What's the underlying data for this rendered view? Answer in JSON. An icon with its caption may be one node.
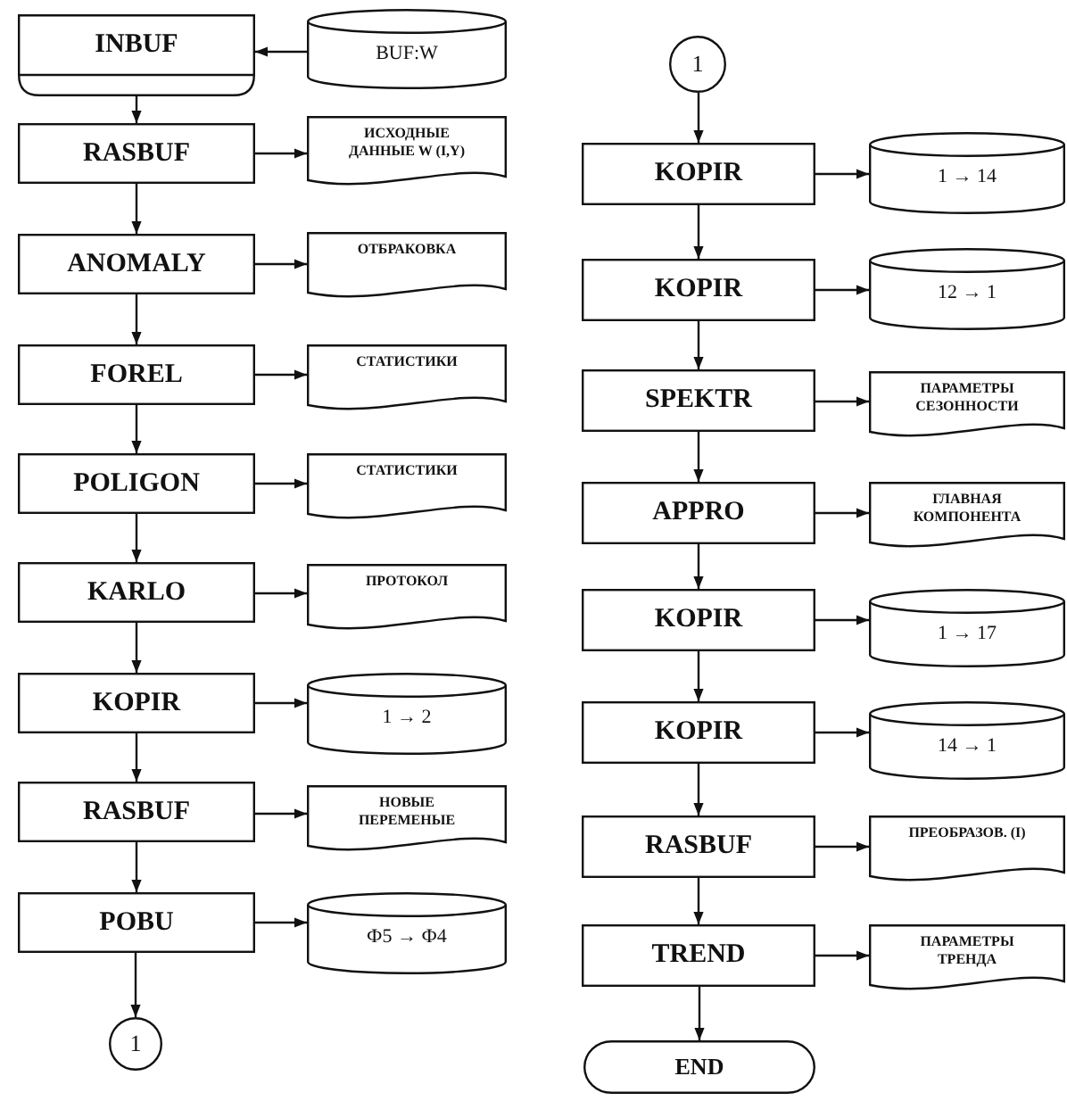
{
  "diagram": {
    "nodes": [
      {
        "text": [
          "INBUF"
        ]
      },
      {
        "text": [
          "BUF:W"
        ]
      },
      {
        "text": [
          "RASBUF"
        ]
      },
      {
        "text": [
          "ИСХОДНЫЕ ДАННЫЕ W (I,Y)"
        ]
      },
      {
        "text": [
          "ANOMALY"
        ]
      },
      {
        "text": [
          "ОТБРАКОВКА"
        ]
      },
      {
        "text": [
          "FOREL"
        ]
      },
      {
        "text": [
          "СТАТИСТИКИ"
        ]
      },
      {
        "text": [
          "POLIGON"
        ]
      },
      {
        "text": [
          "СТАТИСТИКИ"
        ]
      },
      {
        "text": [
          "KARLO"
        ]
      },
      {
        "text": [
          "ПРОТОКОЛ"
        ]
      },
      {
        "text": [
          "KOPIR"
        ]
      },
      {
        "text": [
          "1 → 2"
        ]
      },
      {
        "text": [
          "RASBUF"
        ]
      },
      {
        "text": [
          "НОВЫЕ ПЕРЕМЕНЫЕ"
        ]
      },
      {
        "text": [
          "POBU"
        ]
      },
      {
        "text": [
          "Ф5 → Ф4"
        ]
      },
      {
        "text": [
          "1"
        ]
      },
      {
        "text": [
          "1"
        ]
      },
      {
        "text": [
          "KOPIR"
        ]
      },
      {
        "text": [
          "1 → 14"
        ]
      },
      {
        "text": [
          "KOPIR"
        ]
      },
      {
        "text": [
          "12 → 1"
        ]
      },
      {
        "text": [
          "SPEKTR"
        ]
      },
      {
        "text": [
          "ПАРАМЕТРЫ СЕЗОННОСТИ"
        ]
      },
      {
        "text": [
          "APPRO"
        ]
      },
      {
        "text": [
          "ГЛАВНАЯ КОМПОНЕНТА"
        ]
      },
      {
        "text": [
          "KOPIR"
        ]
      },
      {
        "text": [
          "1 → 17"
        ]
      },
      {
        "text": [
          "KOPIR"
        ]
      },
      {
        "text": [
          "14 → 1"
        ]
      },
      {
        "text": [
          "RASBUF"
        ]
      },
      {
        "text": [
          "ПРЕОБРАЗОВ. (I)"
        ]
      },
      {
        "text": [
          "TREND"
        ]
      },
      {
        "text": [
          "ПАРАМЕТРЫ ТРЕНДА"
        ]
      },
      {
        "text": [
          "END"
        ]
      }
    ],
    "edges": [
      {
        "from": 1,
        "to": 0,
        "arrow": "to"
      },
      {
        "from": 0,
        "to": 2,
        "arrow": "to"
      },
      {
        "from": 2,
        "to": 3,
        "arrow": "to"
      },
      {
        "from": 2,
        "to": 4,
        "arrow": "to"
      },
      {
        "from": 4,
        "to": 5,
        "arrow": "to"
      },
      {
        "from": 4,
        "to": 6,
        "arrow": "to"
      },
      {
        "from": 6,
        "to": 7,
        "arrow": "to"
      },
      {
        "from": 6,
        "to": 8,
        "arrow": "to"
      },
      {
        "from": 8,
        "to": 9,
        "arrow": "to"
      },
      {
        "from": 8,
        "to": 10,
        "arrow": "to"
      },
      {
        "from": 10,
        "to": 11,
        "arrow": "to"
      },
      {
        "from": 10,
        "to": 12,
        "arrow": "to"
      },
      {
        "from": 12,
        "to": 13,
        "arrow": "to"
      },
      {
        "from": 12,
        "to": 14,
        "arrow": "to"
      },
      {
        "from": 14,
        "to": 15,
        "arrow": "to"
      },
      {
        "from": 14,
        "to": 16,
        "arrow": "to"
      },
      {
        "from": 16,
        "to": 17,
        "arrow": "to"
      },
      {
        "from": 16,
        "to": 18,
        "arrow": "to"
      },
      {
        "from": 19,
        "to": 20,
        "arrow": "to"
      },
      {
        "from": 20,
        "to": 21,
        "arrow": "to"
      },
      {
        "from": 20,
        "to": 22,
        "arrow": "to"
      },
      {
        "from": 22,
        "to": 23,
        "arrow": "to"
      },
      {
        "from": 22,
        "to": 24,
        "arrow": "to"
      },
      {
        "from": 24,
        "to": 25,
        "arrow": "to"
      },
      {
        "from": 24,
        "to": 26,
        "arrow": "to"
      },
      {
        "from": 26,
        "to": 27,
        "arrow": "to"
      },
      {
        "from": 26,
        "to": 28,
        "arrow": "to"
      },
      {
        "from": 28,
        "to": 29,
        "arrow": "to"
      },
      {
        "from": 28,
        "to": 30,
        "arrow": "to"
      },
      {
        "from": 30,
        "to": 31,
        "arrow": "to"
      },
      {
        "from": 30,
        "to": 32,
        "arrow": "to"
      },
      {
        "from": 32,
        "to": 33,
        "arrow": "to"
      },
      {
        "from": 32,
        "to": 34,
        "arrow": "to"
      },
      {
        "from": 34,
        "to": 35,
        "arrow": "to"
      },
      {
        "from": 34,
        "to": 36,
        "arrow": "to"
      }
    ]
  }
}
